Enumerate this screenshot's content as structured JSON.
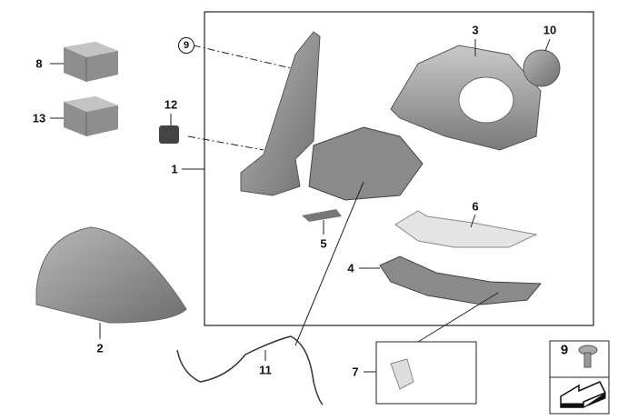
{
  "diagram": {
    "title": "Exterior mirror parts",
    "callouts": {
      "c1": "1",
      "c2": "2",
      "c3": "3",
      "c4": "4",
      "c5": "5",
      "c6": "6",
      "c7": "7",
      "c8": "8",
      "c9_circled": "9",
      "c9_box": "9",
      "c10": "10",
      "c11": "11",
      "c12": "12",
      "c13": "13"
    },
    "colors": {
      "part_grey": "#9a9a9a",
      "dark_grey": "#5a5a5a",
      "line": "#222222"
    }
  }
}
